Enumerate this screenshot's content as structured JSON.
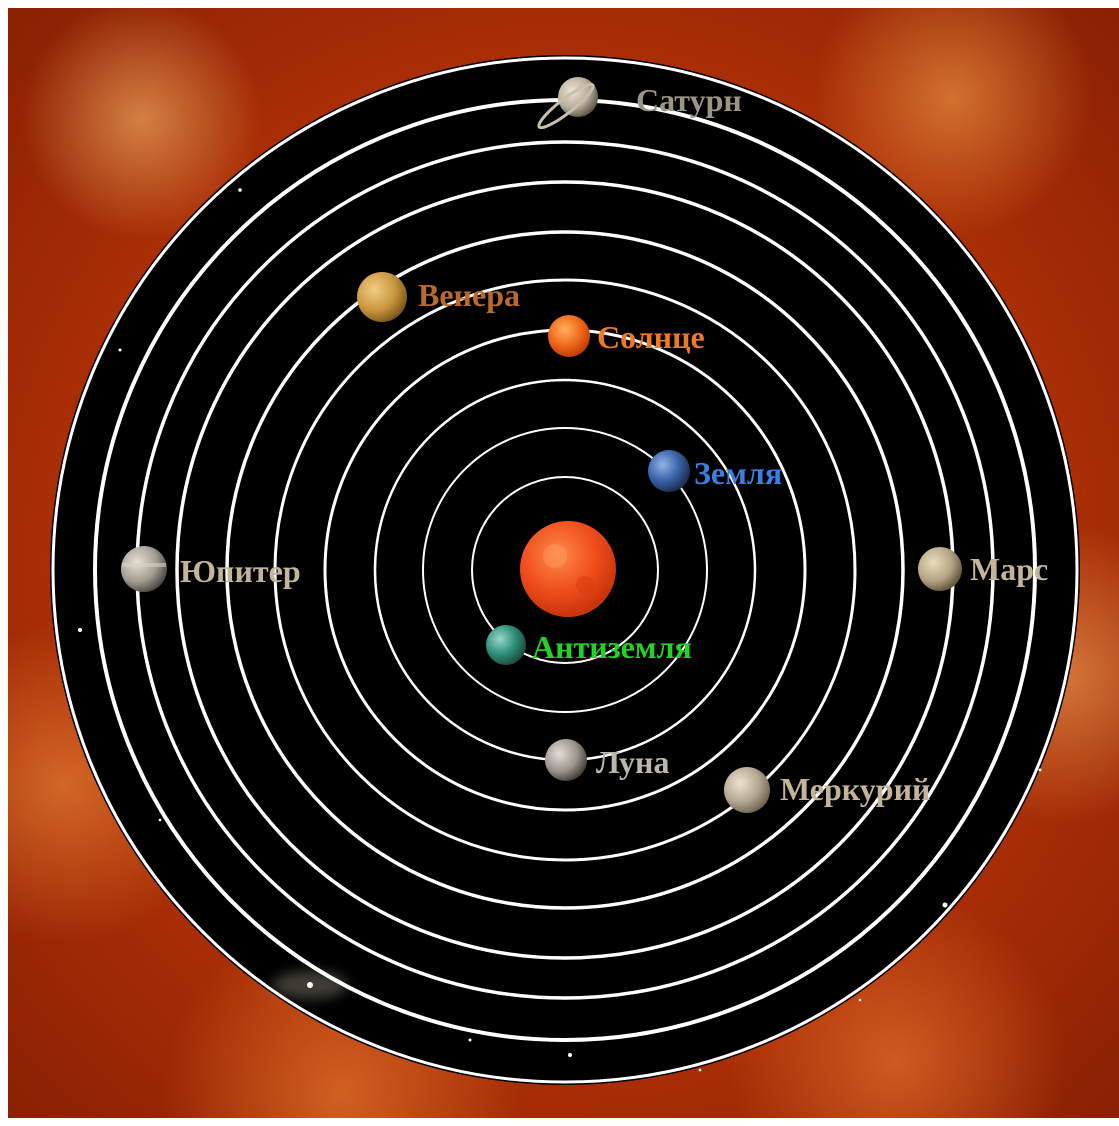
{
  "colors": {
    "background_fire": "#c23c08",
    "disk": "#000000",
    "orbit": "#ffffff",
    "sun_label": "#f07a22",
    "earth_label": "#3a7fe0",
    "antiearth_label": "#22d422",
    "muted_label": "#c4b49a",
    "venus_label": "#b86a2c",
    "moon_label": "#bdb6ab"
  },
  "center": {
    "name": "central-fire"
  },
  "bodies": [
    {
      "name": "Антиземля",
      "label": "Антиземля",
      "icon": "antiearth-icon",
      "color": "#2f8f7a",
      "label_color": "#22d422"
    },
    {
      "name": "Земля",
      "label": "Земля",
      "icon": "earth-icon",
      "color": "#3a63a8",
      "label_color": "#3a7fe0"
    },
    {
      "name": "Луна",
      "label": "Луна",
      "icon": "moon-icon",
      "color": "#9a948c",
      "label_color": "#bdb6ab"
    },
    {
      "name": "Меркурий",
      "label": "Меркурий",
      "icon": "mercury-icon",
      "color": "#b3a590",
      "label_color": "#c4b49a"
    },
    {
      "name": "Венера",
      "label": "Венера",
      "icon": "venus-icon",
      "color": "#c9963f",
      "label_color": "#b86a2c"
    },
    {
      "name": "Солнце",
      "label": "Солнце",
      "icon": "sun-icon",
      "color": "#f0681a",
      "label_color": "#f07a22"
    },
    {
      "name": "Марс",
      "label": "Марс",
      "icon": "mars-icon",
      "color": "#b5a585",
      "label_color": "#c4b49a"
    },
    {
      "name": "Юпитер",
      "label": "Юпитер",
      "icon": "jupiter-icon",
      "color": "#a39d92",
      "label_color": "#c4b49a"
    },
    {
      "name": "Сатурн",
      "label": "Сатурн",
      "icon": "saturn-icon",
      "color": "#b8ad9a",
      "label_color": "#9c9484"
    }
  ]
}
